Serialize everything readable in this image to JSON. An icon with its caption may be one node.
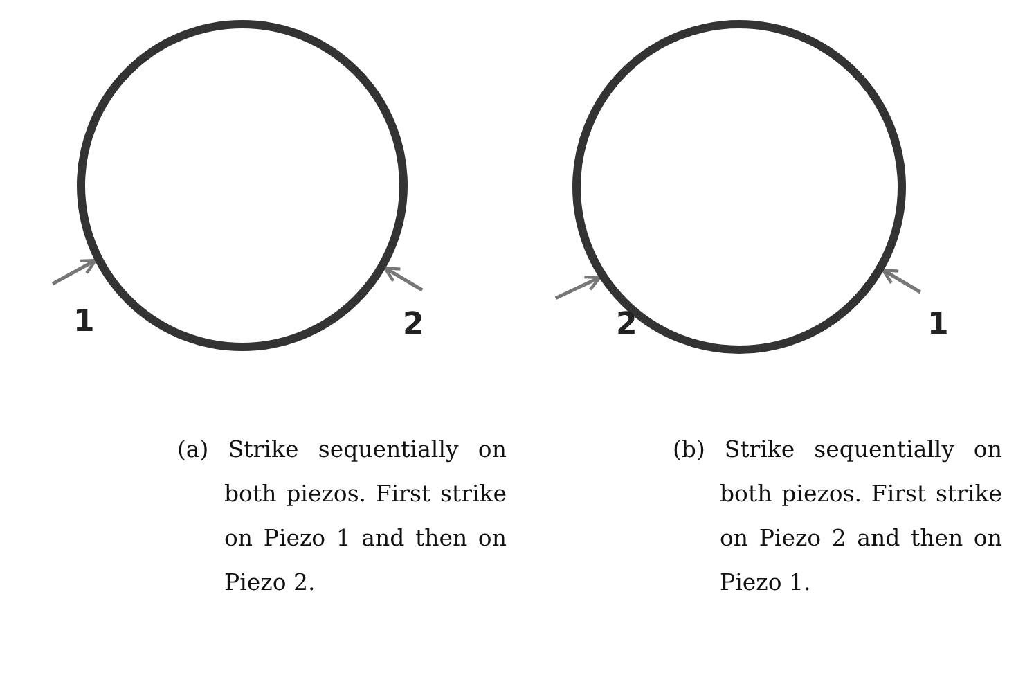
{
  "diagram": {
    "nodes": [
      {
        "text": [],
        "shape": "circle"
      },
      {
        "text": [],
        "shape": "circle"
      }
    ],
    "edges": [
      {
        "from": null,
        "to": 0,
        "arrow": "to"
      },
      {
        "from": null,
        "to": 0,
        "arrow": "to"
      },
      {
        "from": null,
        "to": 1,
        "arrow": "to"
      },
      {
        "from": null,
        "to": 1,
        "arrow": "to"
      }
    ],
    "labels": [
      "1",
      "2",
      "2",
      "1",
      "(a) Strike sequentially on both piezos. First strike on Piezo 1 and then on Piezo 2.",
      "(b) Strike sequentially on both piezos. First strike on Piezo 2 and then on Piezo 1."
    ]
  }
}
